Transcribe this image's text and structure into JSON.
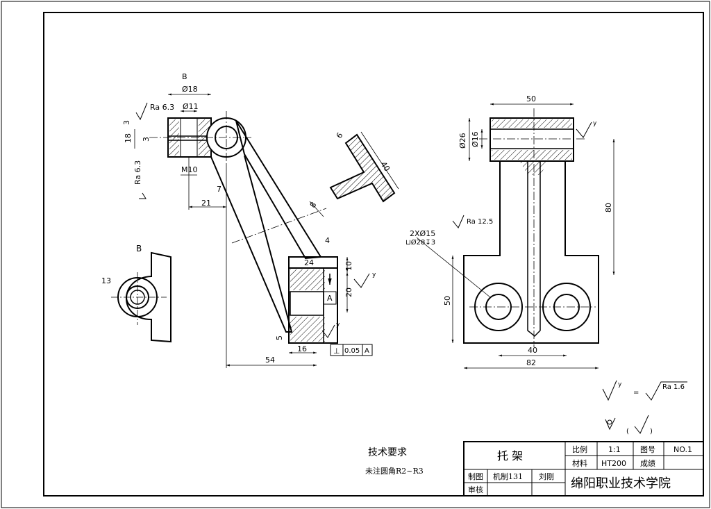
{
  "front_view": {
    "section_marker": "B",
    "dims": {
      "d18": "Ø18",
      "d11": "Ø11",
      "m10": "M10",
      "ra63_top": "Ra 6.3",
      "ra63_left": "Ra 6.3",
      "dim3_top": "3",
      "dim18": "18",
      "dim3_mid": "3",
      "dim7": "7",
      "dim21": "21",
      "dim54": "54",
      "dim24": "24",
      "dim4": "4",
      "dim10": "10",
      "dim20": "20",
      "dim5": "5",
      "dim16": "16",
      "datum": "A",
      "tolerance": "0.05",
      "tolerance_datum": "A",
      "surface_y1": "y",
      "surface_y2": "y"
    }
  },
  "section_view": {
    "dim6": "6",
    "dim40": "40",
    "dim8": "8"
  },
  "view_b": {
    "label": "B",
    "dim13": "13"
  },
  "side_view": {
    "dims": {
      "dim50_top": "50",
      "d26": "Ø26",
      "d16": "Ø16",
      "dim80": "80",
      "holes": "2XØ15",
      "counterbore": "⊔Ø28↧3",
      "ra125": "Ra 12.5",
      "dim50_left": "50",
      "dim40": "40",
      "dim82": "82",
      "surface_y": "y"
    }
  },
  "surface_legend": {
    "y_symbol": "y",
    "equals": "=",
    "ra16": "Ra 1.6",
    "paren_open": "(",
    "paren_close": ")"
  },
  "tech_requirements": {
    "title": "技术要求",
    "note": "未注圆角R2~R3"
  },
  "title_block": {
    "part_name": "托  架",
    "scale_label": "比例",
    "scale_value": "1:1",
    "drawing_no_label": "图号",
    "drawing_no_value": "NO.1",
    "material_label": "材料",
    "material_value": "HT200",
    "grade_label": "成绩",
    "drawn_label": "制图",
    "drawn_class": "机制131",
    "drawn_name": "刘刚",
    "checked_label": "审核",
    "school": "绵阳职业技术学院"
  }
}
